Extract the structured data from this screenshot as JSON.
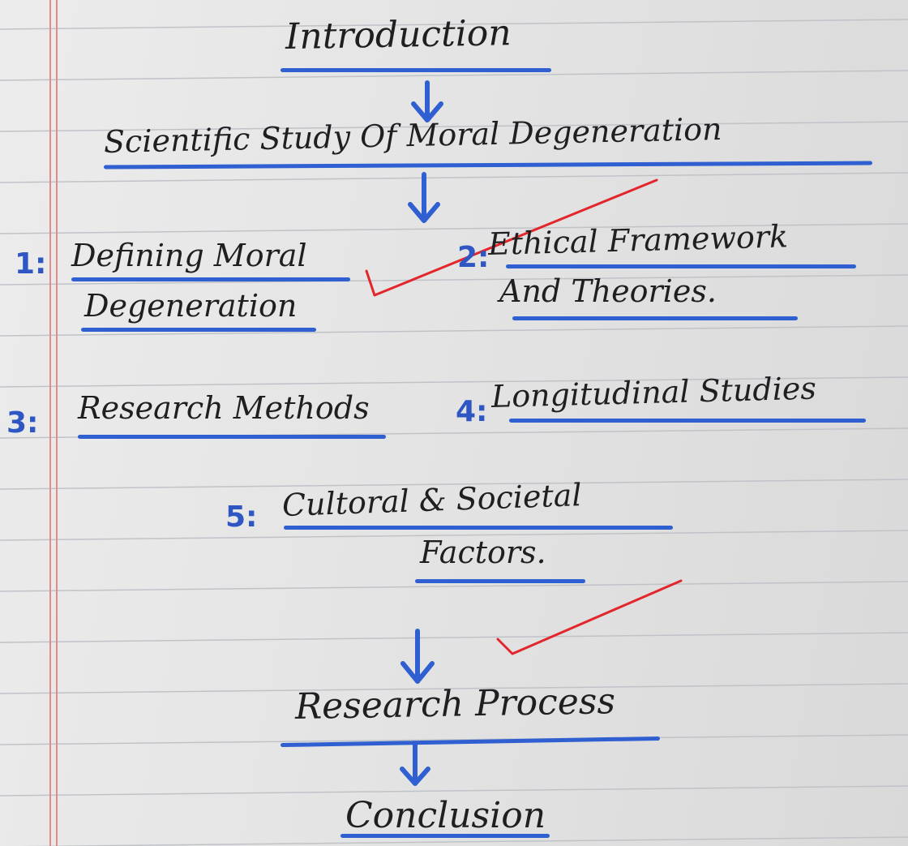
{
  "colors": {
    "ink": "#1f1f22",
    "marker_blue": "#2f5fd0",
    "number_blue": "#2e57c4",
    "tick_red": "#e2262b",
    "margin_red": "#e58a8a",
    "ruled_line": "#bfc3c8"
  },
  "flow": {
    "introduction": "Introduction",
    "scientific_study": "Scientific Study Of Moral Degeneration",
    "research_process": "Research Process",
    "conclusion": "Conclusion"
  },
  "topics": [
    {
      "number": "1:",
      "line1": "Defining Moral",
      "line2": "Degeneration"
    },
    {
      "number": "2:",
      "line1": "Ethical Framework",
      "line2": "And Theories."
    },
    {
      "number": "3:",
      "line1": "Research Methods"
    },
    {
      "number": "4:",
      "line1": "Longitudinal Studies"
    },
    {
      "number": "5:",
      "line1": "Cultoral & Societal",
      "line2": "Factors."
    }
  ],
  "annotations": [
    "red-check-mark",
    "red-check-mark"
  ],
  "icons": [
    "arrow-down-icon"
  ]
}
